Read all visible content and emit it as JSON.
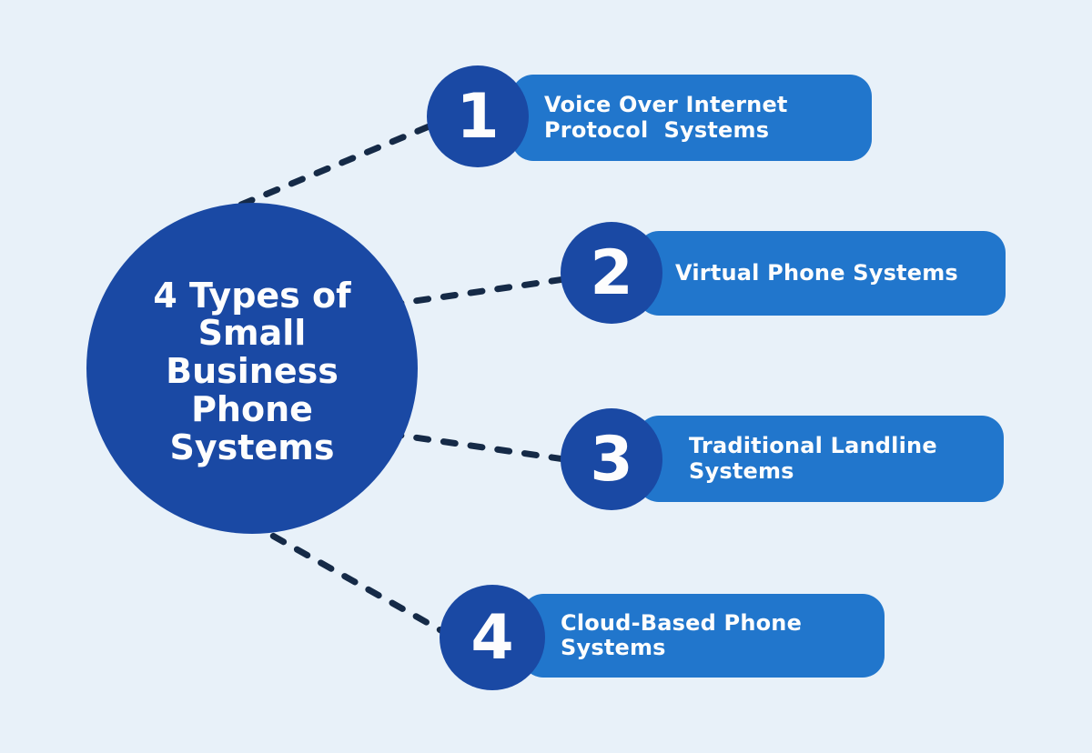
{
  "title": "4 Types of Small Business Phone Systems",
  "colors": {
    "background": "#e8f1f9",
    "dark_blue": "#1a49a4",
    "bar_blue": "#2176cc",
    "dash_navy": "#152a47",
    "text_white": "#fdfdfd"
  },
  "center": {
    "title": "4 Types of\nSmall\nBusiness\nPhone\nSystems"
  },
  "items": [
    {
      "number": "1",
      "label": "Voice Over Internet\nProtocol  Systems"
    },
    {
      "number": "2",
      "label": "Virtual Phone Systems"
    },
    {
      "number": "3",
      "label": "Traditional Landline\nSystems"
    },
    {
      "number": "4",
      "label": "Cloud-Based Phone\nSystems"
    }
  ]
}
